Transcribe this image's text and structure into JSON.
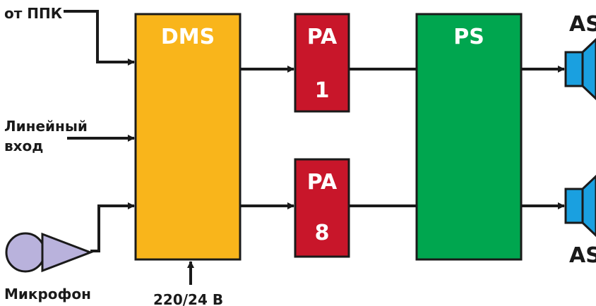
{
  "inputs": {
    "ppk": "от ППК",
    "line_in_1": "Линейный",
    "line_in_2": "вход",
    "microphone": "Микрофон",
    "power": "220/24 В"
  },
  "blocks": {
    "dms": "DMS",
    "pa_top": "PA",
    "pa_top_num": "1",
    "pa_bottom": "PA",
    "pa_bottom_num": "8",
    "ps": "PS"
  },
  "outputs": {
    "as_top": "AS",
    "as_bottom": "AS"
  },
  "colors": {
    "dms": "#f9b51b",
    "pa": "#c8162a",
    "ps": "#00a64f",
    "speaker": "#1aa0e0",
    "microphone": "#b9b2dc",
    "line": "#1a1a1a"
  }
}
